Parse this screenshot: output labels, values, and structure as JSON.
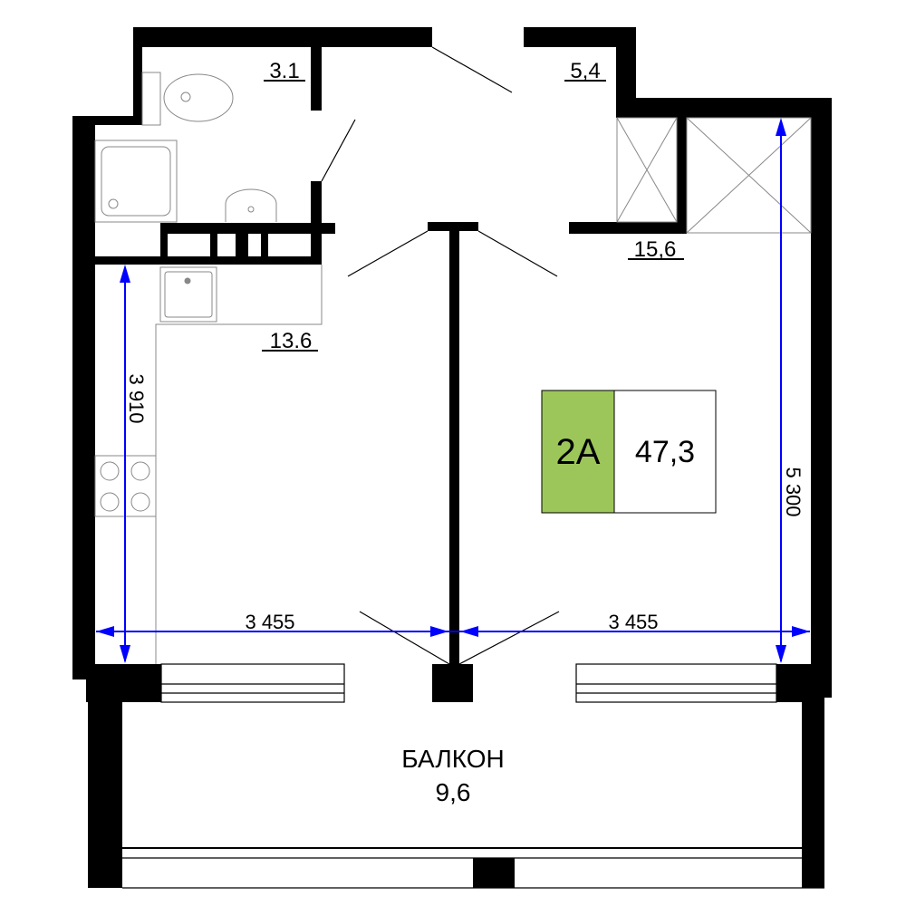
{
  "rooms": {
    "bathroom_area": "3.1",
    "hall_area": "5,4",
    "kitchen_area": "13.6",
    "living_area": "15,6",
    "balcony_name": "БАЛКОН",
    "balcony_area": "9,6"
  },
  "badge": {
    "apartment_type": "2А",
    "total_area": "47,3",
    "color": "#9dc65a"
  },
  "dimensions": {
    "left_height": "3 910",
    "right_height": "5 300",
    "left_width": "3 455",
    "right_width": "3 455",
    "color": "#0000ff"
  }
}
